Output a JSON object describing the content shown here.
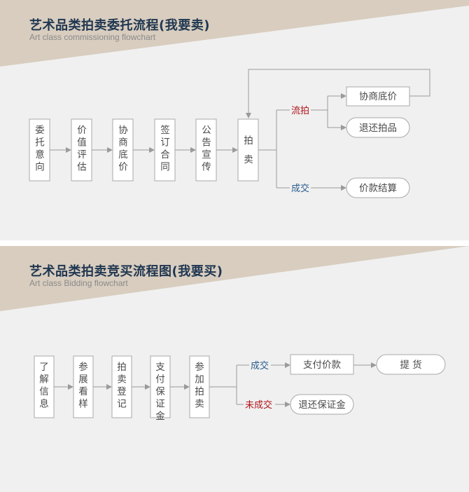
{
  "section1": {
    "title": "艺术品类拍卖委托流程(我要卖)",
    "subtitle": "Art class commissioning flowchart",
    "steps": [
      "委托意向",
      "价值评估",
      "协商底价",
      "签订合同",
      "公告宣传",
      "拍卖"
    ],
    "branch_fail_label": "流拍",
    "branch_success_label": "成交",
    "fail_options": [
      "协商底价",
      "退还拍品"
    ],
    "success_option": "价款结算"
  },
  "section2": {
    "title": "艺术品类拍卖竞买流程图(我要买)",
    "subtitle": "Art class Bidding flowchart",
    "steps": [
      "了解信息",
      "参展看样",
      "拍卖登记",
      "支付保证金",
      "参加拍卖"
    ],
    "branch_success_label": "成交",
    "branch_fail_label": "未成交",
    "success_steps": [
      "支付价款",
      "提 货"
    ],
    "fail_option": "退还保证金"
  },
  "colors": {
    "header_band": "#d8cdbf",
    "panel_bg": "#f0f0f0",
    "title": "#1f3650",
    "fail_label": "#b0141c",
    "success_label": "#2a5d8f"
  }
}
